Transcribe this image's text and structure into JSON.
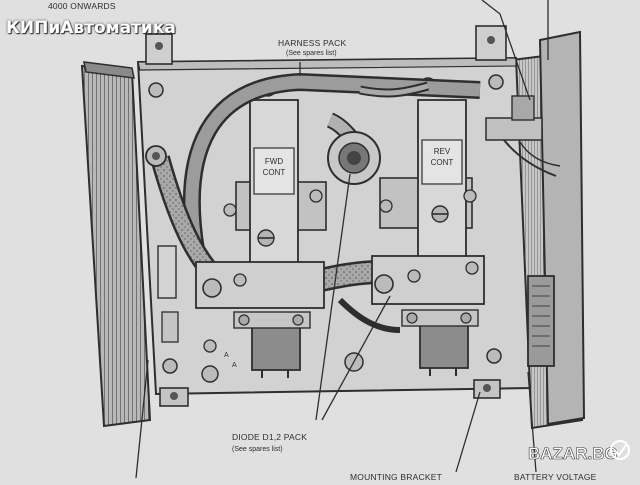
{
  "header": {
    "top_note": "4000 ONWARDS"
  },
  "labels": {
    "harness_pack": "HARNESS PACK",
    "harness_pack_sub": "(See spares list)",
    "fwd_cont_1": "FWD",
    "fwd_cont_2": "CONT",
    "rev_cont_1": "REV",
    "rev_cont_2": "CONT",
    "diode_pack": "DIODE D1,2 PACK",
    "diode_pack_sub": "(See spares list)",
    "mounting_bracket": "MOUNTING BRACKET",
    "battery_voltage": "BATTERY VOLTAGE",
    "terminal_a": "A"
  },
  "watermark": {
    "text": "КИПиАвтоматика"
  },
  "logo": {
    "text": "BAZAR.BG",
    "icon": "bazar-logo-icon"
  },
  "colors": {
    "paper": "#dfe0df",
    "ink": "#2e2e30",
    "harness": "#9c9c9c",
    "fin": "#6c6c6c"
  }
}
